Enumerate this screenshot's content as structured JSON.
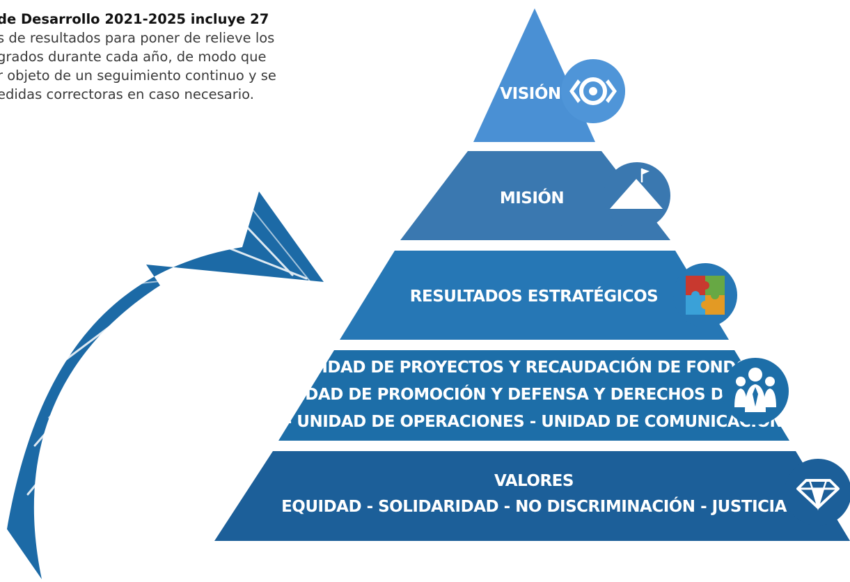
{
  "intro": {
    "bold_part": "de Desarrollo 2021-2025 incluye 27",
    "lines": [
      "s de resultados para poner de relieve los",
      "grados durante cada año, de modo que",
      "r objeto de un seguimiento continuo y se",
      "edidas correctoras en caso necesario."
    ]
  },
  "pyramid": {
    "tiers": [
      {
        "id": "vision",
        "lines": [
          "VISIÓN"
        ],
        "color": "#4a90d4",
        "icon": "eye-icon"
      },
      {
        "id": "mision",
        "lines": [
          "MISIÓN"
        ],
        "color": "#3a78b0",
        "icon": "mountain-flag-icon"
      },
      {
        "id": "resultados",
        "lines": [
          "RESULTADOS ESTRATÉGICOS"
        ],
        "color": "#2677b5",
        "icon": "puzzle-icon"
      },
      {
        "id": "unidades",
        "lines": [
          "UNIDAD DE PROYECTOS Y RECAUDACIÓN DE FONDOS -",
          "UNIDAD DE PROMOCIÓN Y DEFENSA Y DERECHOS DEL NIÑO",
          "- UNIDAD DE OPERACIONES - UNIDAD DE COMUNICACIÓN"
        ],
        "color": "#1d6ea8",
        "icon": "team-icon"
      },
      {
        "id": "valores",
        "lines": [
          "VALORES",
          "EQUIDAD - SOLIDARIDAD - NO DISCRIMINACIÓN - JUSTICIA"
        ],
        "color": "#1c5f99",
        "icon": "diamond-icon"
      }
    ]
  },
  "colors": {
    "arrow": "#1c6aa6",
    "text": "#3a3a3a",
    "puzzle": [
      "#c8392f",
      "#3aa1d8",
      "#67a844",
      "#e39a24"
    ]
  }
}
